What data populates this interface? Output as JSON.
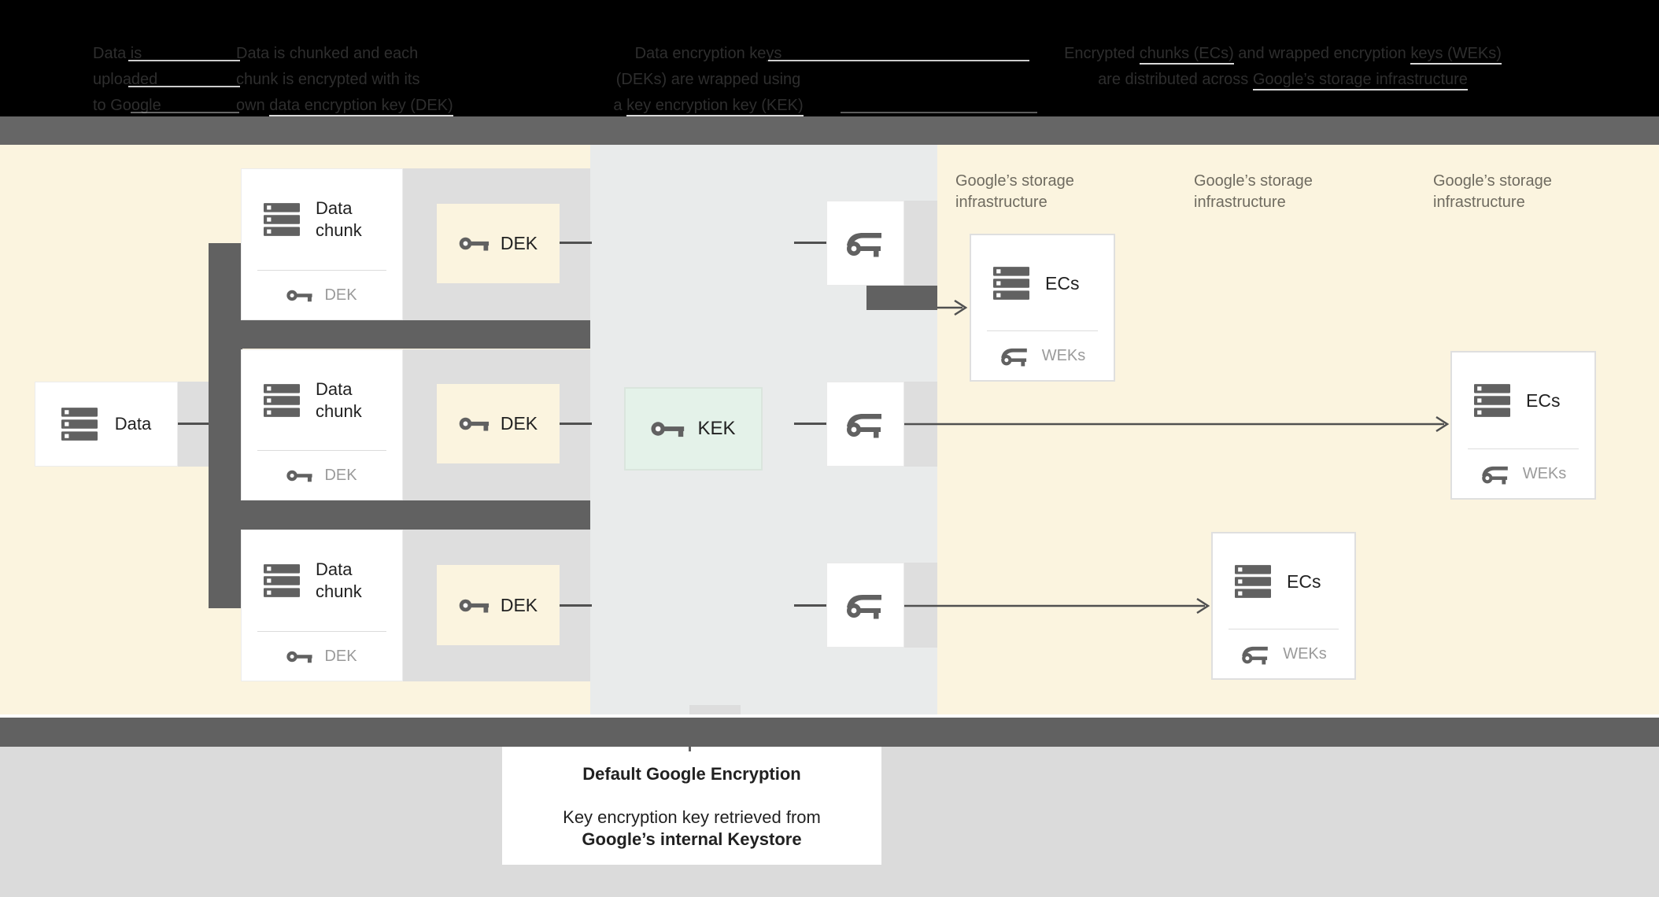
{
  "header": {
    "captions": [
      {
        "l1": "Data is",
        "l2": "uploaded",
        "l3": "to Google"
      },
      {
        "l1": "Data is chunked and each",
        "l2": "chunk is encrypted with its",
        "l3_pre": "own ",
        "l3_link": "data encryption key (DEK)"
      },
      {
        "l1": "Data encryption keys",
        "l2": "(DEKs) are wrapped using",
        "l3_pre": "a ",
        "l3_link": "key encryption key (KEK)"
      },
      {
        "l1_pre": "Encrypted ",
        "l1_link1": "chunks (ECs)",
        "l1_mid": " and wrapped encryption ",
        "l1_link2": "keys (WEKs)",
        "l2_pre": "are distributed across ",
        "l2_link": "Google’s storage infrastructure"
      }
    ]
  },
  "diagram": {
    "data_box": {
      "label": "Data"
    },
    "chunk_cards": [
      {
        "title": "Data chunk",
        "key_label": "DEK"
      },
      {
        "title": "Data chunk",
        "key_label": "DEK"
      },
      {
        "title": "Data chunk",
        "key_label": "DEK"
      }
    ],
    "dek_boxes": [
      {
        "label": "DEK"
      },
      {
        "label": "DEK"
      },
      {
        "label": "DEK"
      }
    ],
    "kek_box": {
      "label": "KEK"
    },
    "storage_labels": [
      {
        "l1": "Google’s storage",
        "l2": "infrastructure"
      },
      {
        "l1": "Google’s storage",
        "l2": "infrastructure"
      },
      {
        "l1": "Google’s storage",
        "l2": "infrastructure"
      }
    ],
    "ec_cards": [
      {
        "title": "ECs",
        "key_label": "WEKs"
      },
      {
        "title": "ECs",
        "key_label": "WEKs"
      },
      {
        "title": "ECs",
        "key_label": "WEKs"
      }
    ]
  },
  "footer": {
    "title": "Default Google Encryption",
    "line1": "Key encryption key retrieved from",
    "line2": "Google’s internal Keystore"
  },
  "colors": {
    "header_bg": "#000000",
    "yellow": "#FBF4DF",
    "middle_gray": "#E9EBEB",
    "band_gray": "#DEDEDE",
    "dark_gray": "#616161",
    "kek_green": "#E4F2E9",
    "bottom_gray": "#DBDBDB",
    "line": "#505050"
  }
}
